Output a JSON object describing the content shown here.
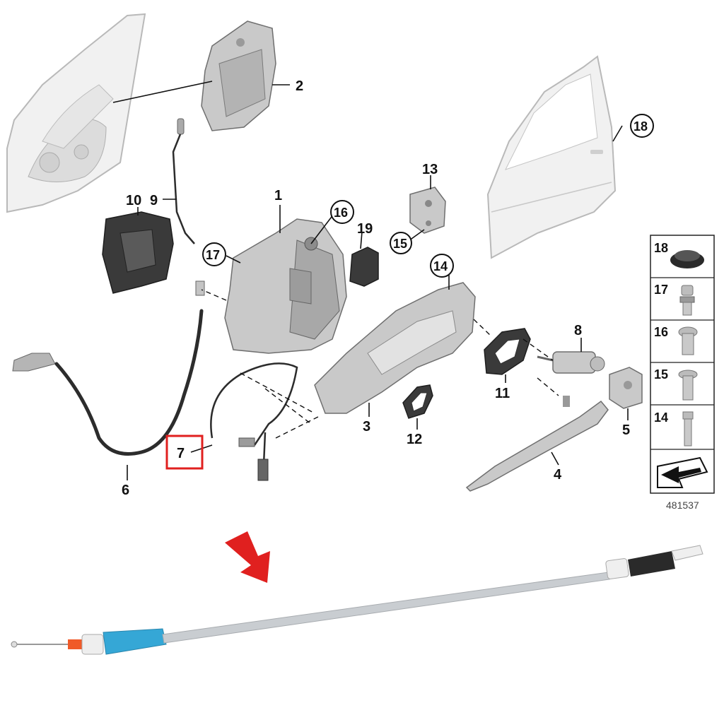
{
  "callouts": {
    "p1": "1",
    "p2": "2",
    "p3": "3",
    "p4": "4",
    "p5": "5",
    "p6": "6",
    "p7": "7",
    "p8": "8",
    "p9": "9",
    "p10": "10",
    "p11": "11",
    "p12": "12",
    "p13": "13",
    "p14": "14",
    "p15": "15",
    "p16": "16",
    "p17": "17",
    "p18": "18",
    "p19": "19"
  },
  "legend": {
    "rows": [
      {
        "number": "18",
        "icon": "grommet-icon"
      },
      {
        "number": "17",
        "icon": "clip-screw-icon"
      },
      {
        "number": "16",
        "icon": "torx-screw-icon"
      },
      {
        "number": "15",
        "icon": "flat-screw-icon"
      },
      {
        "number": "14",
        "icon": "hex-bolt-icon"
      }
    ]
  },
  "diagram_number": "481537",
  "colors": {
    "highlight": "#e0201f",
    "cable_jacket": "#35a7d6",
    "cable_sheath": "#c9cdd1"
  }
}
